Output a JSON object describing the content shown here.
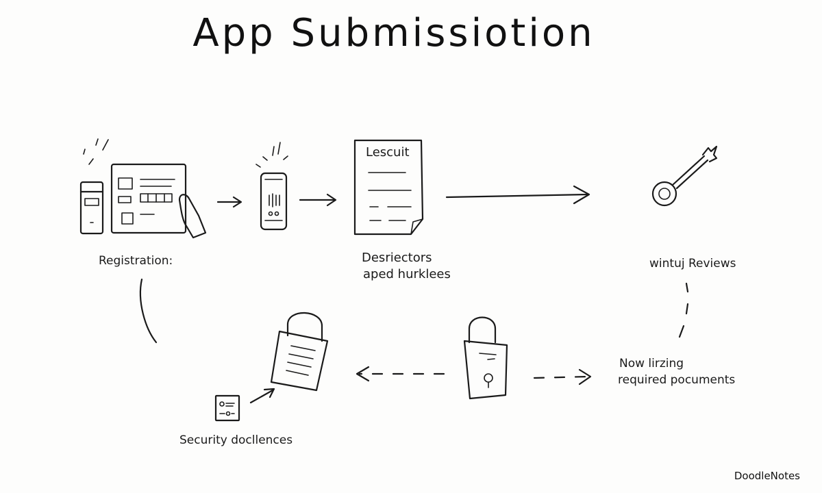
{
  "diagram": {
    "title": "App Submissiotion",
    "brand": "DoodleNotes",
    "colors": {
      "ink": "#1a1a1a",
      "paper": "#fdfdfc"
    },
    "nodes": {
      "registration": {
        "label": "Registration:",
        "icon": "registration-form-icon"
      },
      "phone": {
        "icon": "mobile-phone-icon"
      },
      "document": {
        "heading": "Lescuit",
        "label_line1": "Desriectors",
        "label_line2": "aped hurklees",
        "icon": "document-icon"
      },
      "reviews": {
        "label": "wintuj Reviews",
        "icon": "key-icon"
      },
      "required_docs": {
        "label_line1": "Now lirzing",
        "label_line2": "required pocuments",
        "icon": "padlock-icon"
      },
      "security": {
        "label": "Security docllences",
        "icon": "padlock-document-icon"
      }
    }
  }
}
